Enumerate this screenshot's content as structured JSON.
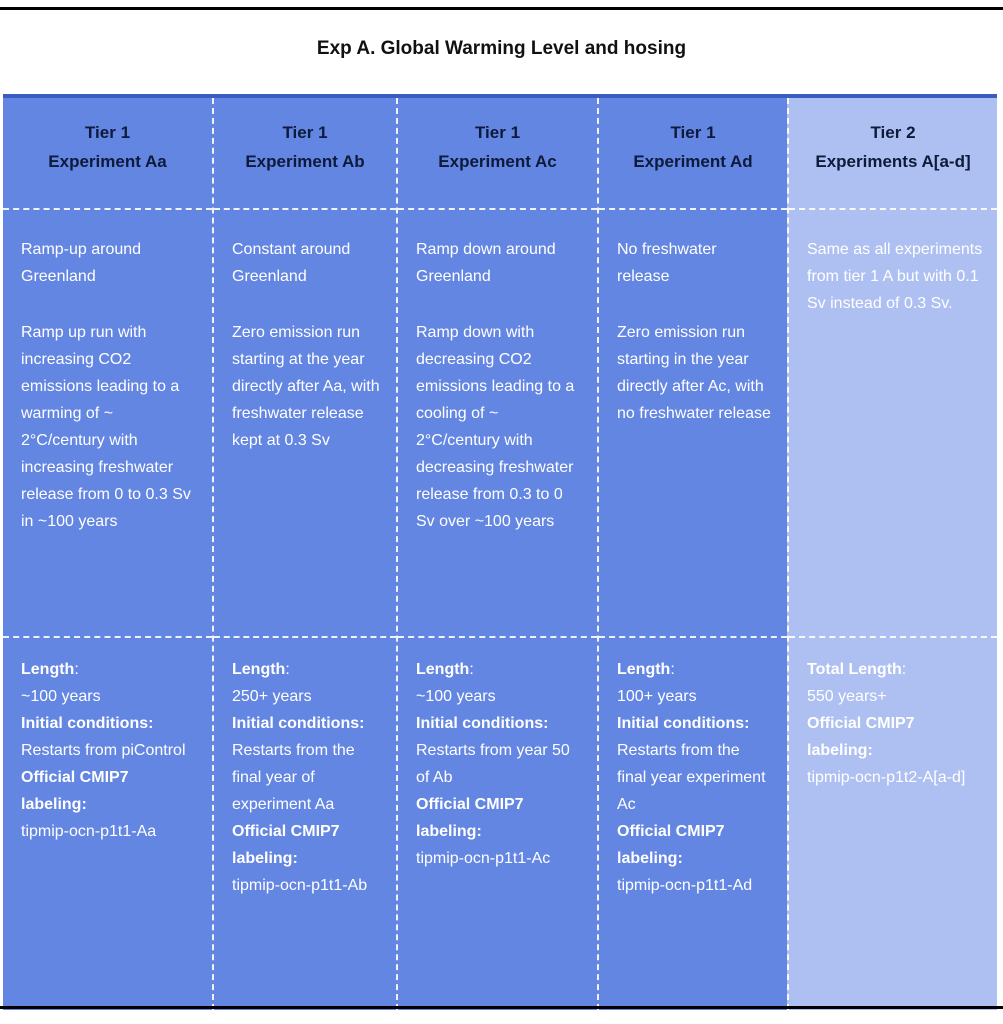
{
  "title": "Exp A. Global Warming Level and hosing",
  "columns": [
    {
      "tier": "Tier 1",
      "name": "Experiment Aa",
      "desc1": "Ramp-up around Greenland",
      "desc2": "Ramp up run with increasing CO2 emissions leading to a warming of ~ 2°C/century with increasing freshwater release from 0 to 0.3 Sv in ~100 years",
      "length_label": "Length",
      "length_value": "~100 years",
      "init_label": "Initial conditions:",
      "init_value": "Restarts from piControl",
      "cmip_label": "Official CMIP7 labeling:",
      "cmip_value": "tipmip-ocn-p1t1-Aa"
    },
    {
      "tier": "Tier 1",
      "name": "Experiment Ab",
      "desc1": "Constant around Greenland",
      "desc2": "Zero emission run starting at the year directly after Aa, with freshwater release kept at 0.3 Sv",
      "length_label": "Length",
      "length_value": "250+ years",
      "init_label": "Initial conditions:",
      "init_value": "Restarts from the final year of experiment Aa",
      "cmip_label": "Official CMIP7 labeling:",
      "cmip_value": "tipmip-ocn-p1t1-Ab"
    },
    {
      "tier": "Tier 1",
      "name": "Experiment Ac",
      "desc1": "Ramp down around Greenland",
      "desc2": "Ramp down with decreasing CO2 emissions leading to a cooling of ~ 2°C/century with decreasing freshwater release from 0.3 to 0 Sv over ~100 years",
      "length_label": "Length",
      "length_value": "~100 years",
      "init_label": "Initial conditions:",
      "init_value": "Restarts from year 50 of Ab",
      "cmip_label": "Official CMIP7 labeling:",
      "cmip_value": "tipmip-ocn-p1t1-Ac"
    },
    {
      "tier": "Tier 1",
      "name": "Experiment Ad",
      "desc1": "No freshwater release",
      "desc2": "Zero emission run starting in the year directly after Ac, with no freshwater release",
      "length_label": "Length",
      "length_value": "100+ years",
      "init_label": "Initial conditions:",
      "init_value": "Restarts from the final year experiment Ac",
      "cmip_label": "Official CMIP7 labeling:",
      "cmip_value": "tipmip-ocn-p1t1-Ad"
    },
    {
      "tier": "Tier 2",
      "name": "Experiments A[a-d]",
      "desc1": "Same as all experiments from tier 1 A but with 0.1 Sv instead of 0.3 Sv.",
      "length_label": "Total Length",
      "length_value": "550 years+",
      "cmip_label": "Official CMIP7 labeling:",
      "cmip_value": "tipmip-ocn-p1t2-A[a-d]"
    }
  ],
  "colors": {
    "tier1_bg": "#6486e3",
    "tier2_bg": "#aec0f1",
    "header_text": "#0d1a3a",
    "body_text": "#ffffff"
  }
}
